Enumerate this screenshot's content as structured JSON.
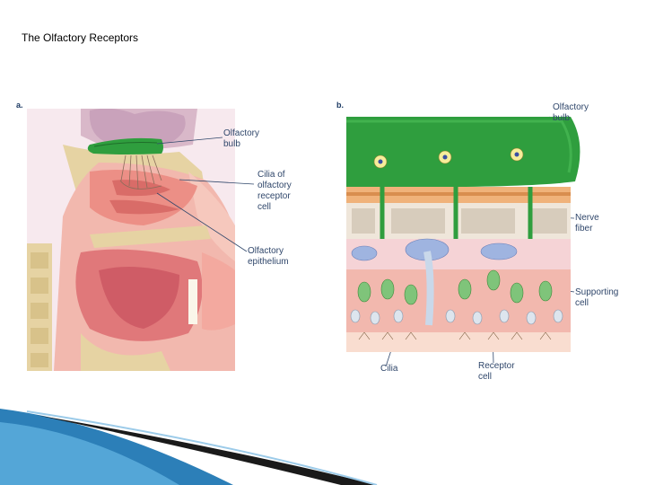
{
  "slide": {
    "title": "The Olfactory Receptors"
  },
  "panel_a": {
    "letter": "a.",
    "labels": {
      "olfactory_bulb": "Olfactory\nbulb",
      "cilia_receptor": "Cilia of\nolfactory\nreceptor\ncell",
      "epithelium": "Olfactory\nepithelium"
    }
  },
  "panel_b": {
    "letter": "b.",
    "labels": {
      "olfactory_bulb": "Olfactory\nbulb",
      "nerve_fiber": "Nerve\nfiber",
      "supporting_cell": "Supporting\ncell",
      "cilia": "Cilia",
      "receptor_cell": "Receptor\ncell"
    }
  },
  "colors": {
    "label_text": "#30476b",
    "bulb_green": "#2f9e3e",
    "tissue_pink": "#f2b8ae",
    "bone_tan": "#e6d3a3",
    "decor_blue": "#2c7fb8"
  }
}
